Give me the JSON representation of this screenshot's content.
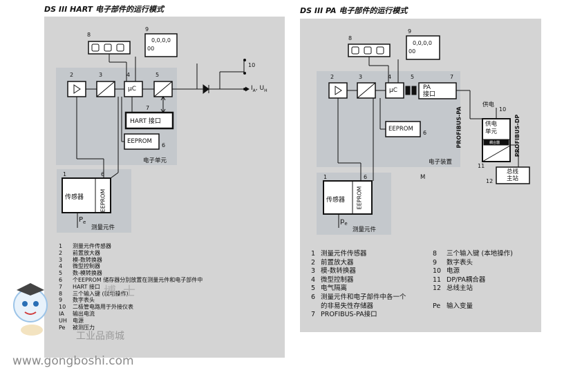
{
  "left": {
    "title": "DS III HART 电子部件的运行模式",
    "labels": {
      "n8": "8",
      "n9": "9",
      "n10": "10",
      "n2": "2",
      "n3": "3",
      "n4": "4",
      "n5": "5",
      "n7": "7",
      "n1": "1",
      "n6": "6",
      "display_top": "0,0,0,0",
      "display_bottom": "00",
      "mc": "μC",
      "hart": "HART 接口",
      "eeprom": "EEPROM",
      "unit": "电子单元",
      "sensor": "传感器",
      "sensor_eeprom": "EEPROM",
      "meas": "测量元件",
      "pe": "P",
      "pe_sub": "e",
      "output": "I",
      "output_sub": "A",
      "output_tail": ", U",
      "output_tail_sub": "H"
    },
    "legend": [
      {
        "num": "1",
        "text": "测量元件传感器"
      },
      {
        "num": "2",
        "text": "前置放大器"
      },
      {
        "num": "3",
        "text": "模-数转换器"
      },
      {
        "num": "4",
        "text": "微型控制器"
      },
      {
        "num": "5",
        "text": "数-模转换器"
      },
      {
        "num": "6",
        "text": "个EEPROM 储存器分别放置在测量元件和电子部件中"
      },
      {
        "num": "7",
        "text": "HART 接口"
      },
      {
        "num": "8",
        "text": "三个输入键 (就地操作)"
      },
      {
        "num": "9",
        "text": "数字表头"
      },
      {
        "num": "10",
        "text": "二极管电路用于外接仪表"
      },
      {
        "num": "IA",
        "text": "输出电流"
      },
      {
        "num": "UH",
        "text": "电源"
      },
      {
        "num": "Pe",
        "text": "被测压力"
      }
    ]
  },
  "right": {
    "title": "DS III PA 电子部件的运行模式",
    "labels": {
      "n8": "8",
      "n9": "9",
      "n2": "2",
      "n3": "3",
      "n4": "4",
      "n5": "5",
      "n7": "7",
      "n6": "6",
      "n1": "1",
      "n10": "10",
      "n11": "11",
      "n12": "12",
      "display_top": "0,0,0,0",
      "display_bottom": "00",
      "mc": "μC",
      "pa": "PA",
      "pa2": "接口",
      "eeprom": "EEPROM",
      "unit": "电子装置",
      "m": "M",
      "sensor": "传感器",
      "sensor_eeprom": "EEPROM",
      "meas": "测量元件",
      "pe": "p",
      "pe_sub": "e",
      "profibus_pa": "PROFIBUS-PA",
      "profibus_dp": "PROFIBUS-DP",
      "power": "供电",
      "power_unit_1": "供电",
      "power_unit_2": "单元",
      "coupler": "耦合器",
      "master_1": "总线",
      "master_2": "主站"
    },
    "legend_left": [
      {
        "num": "1",
        "text": "测量元件传感器"
      },
      {
        "num": "2",
        "text": "前置放大器"
      },
      {
        "num": "3",
        "text": "模-数转换器"
      },
      {
        "num": "4",
        "text": "微型控制器"
      },
      {
        "num": "5",
        "text": "电气隔离"
      },
      {
        "num": "6",
        "text": "测量元件和电子部件中各一个"
      },
      {
        "num": "",
        "text": "的非易失性存储器"
      },
      {
        "num": "7",
        "text": "PROFIBUS-PA接口"
      }
    ],
    "legend_right": [
      {
        "num": "8",
        "text": "三个输入键 (本地操作)"
      },
      {
        "num": "9",
        "text": "数字表头"
      },
      {
        "num": "10",
        "text": "电源"
      },
      {
        "num": "11",
        "text": "DP/PA耦合器"
      },
      {
        "num": "12",
        "text": "总线主站"
      },
      {
        "num": "",
        "text": ""
      },
      {
        "num": "Pe",
        "text": "输入变量"
      }
    ]
  },
  "watermark": {
    "brand": "工业品商城",
    "url": "www.gongboshi.com",
    "name": "博士"
  }
}
